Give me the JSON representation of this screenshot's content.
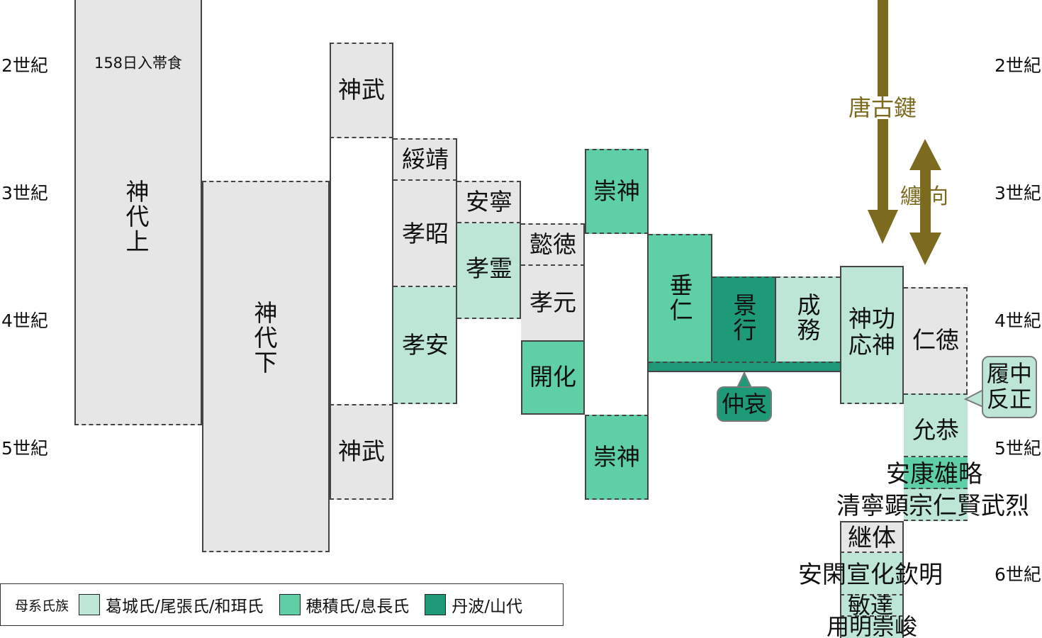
{
  "century_labels": [
    "2世紀",
    "3世紀",
    "4世紀",
    "5世紀",
    "6世紀"
  ],
  "columns": {
    "kamiyo_jo": {
      "top": "158日入帯食",
      "name": "神代上"
    },
    "kamiyo_ge": {
      "name": "神代下"
    },
    "jimmu_upper": "神武",
    "jimmu_lower": "神武",
    "suizei": "綏靖",
    "kosho": "孝昭",
    "koan": "孝安",
    "annei": "安寧",
    "korei": "孝霊",
    "itoku": "懿徳",
    "kogen": "孝元",
    "kaika": "開化",
    "sujin_upper": "崇神",
    "sujin_lower": "崇神",
    "suinin": "垂仁",
    "keiko": "景行",
    "seimu": "成務",
    "jingu": [
      "神功",
      "応神"
    ],
    "nintoku": "仁徳",
    "ingyo": "允恭",
    "chuai": "仲哀",
    "richu_hanzei": [
      "履中",
      "反正"
    ],
    "anko_yuryaku": "安康雄略",
    "seinei_row": "清寧顕宗仁賢武烈",
    "keitai": "継体",
    "ankan_row": "安閑宣化欽明",
    "bidatsu": "敏達",
    "yomei_row": "用明崇峻"
  },
  "arrows": {
    "karako_kagi": "唐古鍵",
    "makimuku": "纏向"
  },
  "legend": {
    "title": "母系氏族",
    "items": [
      {
        "label": "葛城氏/尾張氏/和珥氏",
        "color": "#bde6d6"
      },
      {
        "label": "穂積氏/息長氏",
        "color": "#5fcfa5"
      },
      {
        "label": "丹波/山代",
        "color": "#1f9a78"
      }
    ]
  },
  "colors": {
    "gray": "#e6e6e6",
    "light_green": "#bde6d6",
    "mid_green": "#5fcfa5",
    "dark_green": "#1f9a78",
    "arrow": "#7c6a1e"
  }
}
